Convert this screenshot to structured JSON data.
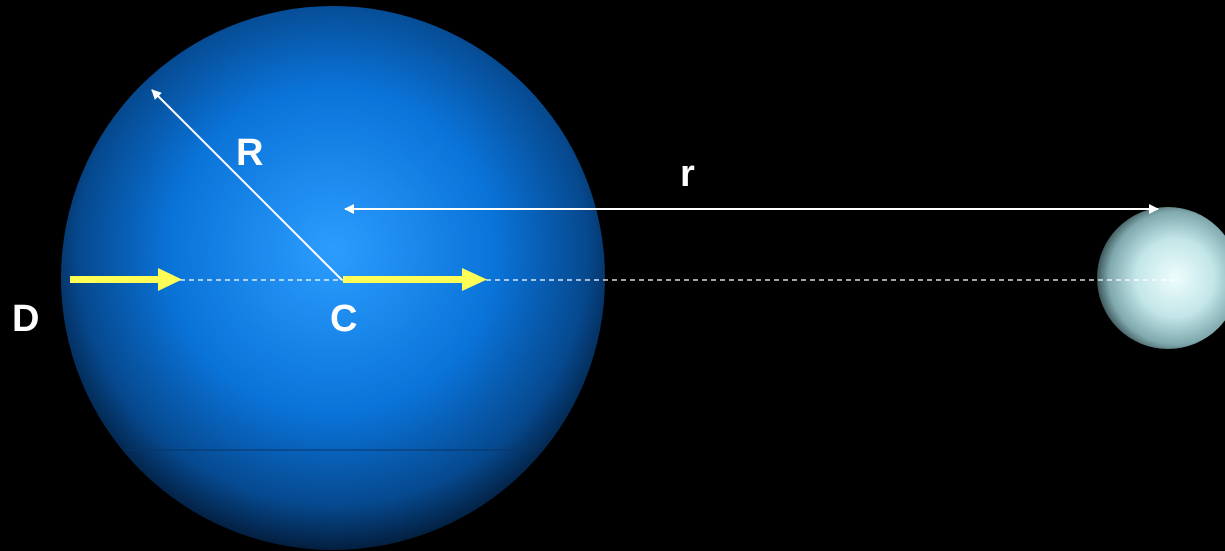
{
  "labels": {
    "radius": "R",
    "distance": "r",
    "center": "C",
    "point": "D"
  },
  "colors": {
    "background": "#000000",
    "planet_center": "#1a8fff",
    "planet_edge": "#0a2a4a",
    "moon_center": "#e6fbfb",
    "moon_edge": "#6f9da3",
    "force_arrow": "#ffff55",
    "line": "#ffffff"
  }
}
